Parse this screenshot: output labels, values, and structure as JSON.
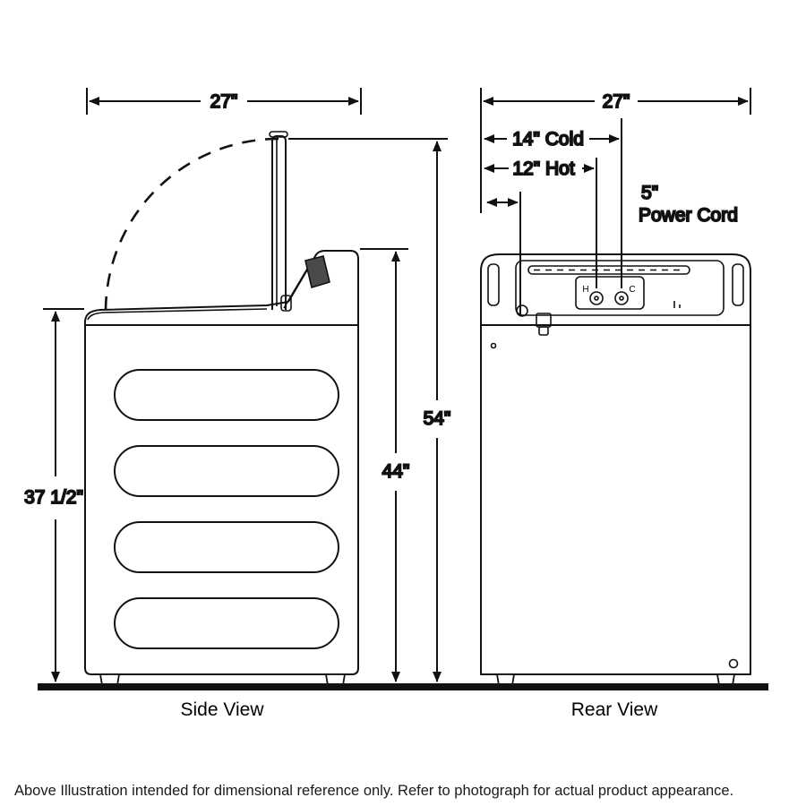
{
  "side_view": {
    "label": "Side View",
    "width_dim": "27\"",
    "lid_open_height_dim": "54\"",
    "console_height_dim": "44\"",
    "top_height_dim": "37 1/2\""
  },
  "rear_view": {
    "label": "Rear View",
    "width_dim": "27\"",
    "cold_dim": "14\" Cold",
    "hot_dim": "12\" Hot",
    "power_offset_dim": "5\"",
    "power_cord_label": "Power Cord",
    "hot_port_label": "H",
    "cold_port_label": "C"
  },
  "footer": {
    "note": "Above Illustration intended for dimensional reference only. Refer to photograph for actual product appearance."
  },
  "colors": {
    "line": "#111111",
    "background": "#ffffff",
    "control_fill": "#4a4a4a"
  }
}
